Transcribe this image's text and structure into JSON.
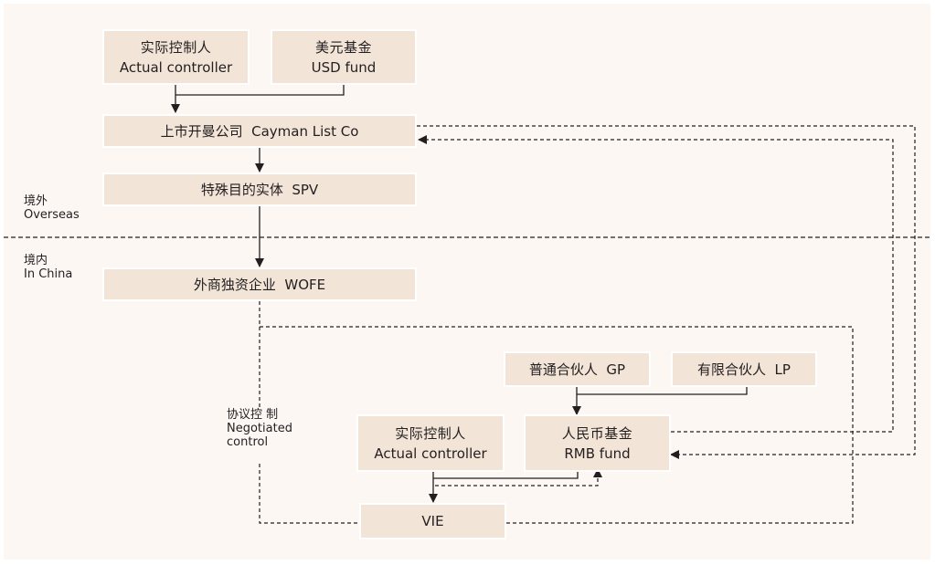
{
  "diagram": {
    "title": "VIE structure with RMB fund",
    "regions": {
      "overseas": {
        "zh": "境外",
        "en": "Overseas"
      },
      "in_china": {
        "zh": "境内",
        "en": "In China"
      }
    },
    "negotiated_control": {
      "zh": "协议控 制",
      "en_line1": "Negotiated",
      "en_line2": "control"
    },
    "nodes": {
      "actual_controller_top": {
        "zh": "实际控制人",
        "en": "Actual controller"
      },
      "usd_fund": {
        "zh": "美元基金",
        "en": "USD fund"
      },
      "cayman": {
        "text": "上市开曼公司  Cayman List Co"
      },
      "spv": {
        "text": "特殊目的实体  SPV"
      },
      "wofe": {
        "text": "外商独资企业  WOFE"
      },
      "gp": {
        "text": "普通合伙人  GP"
      },
      "lp": {
        "text": "有限合伙人  LP"
      },
      "actual_controller_bottom": {
        "zh": "实际控制人",
        "en": "Actual controller"
      },
      "rmb_fund": {
        "zh": "人民币基金",
        "en": "RMB fund"
      },
      "vie": {
        "text": "VIE"
      }
    },
    "edges": [
      {
        "from": "actual_controller_top",
        "to": "cayman",
        "style": "solid"
      },
      {
        "from": "usd_fund",
        "to": "cayman",
        "style": "solid"
      },
      {
        "from": "cayman",
        "to": "spv",
        "style": "solid"
      },
      {
        "from": "spv",
        "to": "wofe",
        "style": "solid"
      },
      {
        "from": "wofe",
        "to": "vie",
        "style": "dashed",
        "label": "negotiated_control"
      },
      {
        "from": "gp",
        "to": "rmb_fund",
        "style": "solid"
      },
      {
        "from": "lp",
        "to": "rmb_fund",
        "style": "solid"
      },
      {
        "from": "actual_controller_bottom",
        "to": "vie",
        "style": "solid"
      },
      {
        "from": "rmb_fund",
        "to": "vie",
        "style": "solid"
      },
      {
        "from": "vie",
        "to": "rmb_fund",
        "style": "dashed"
      },
      {
        "from": "rmb_fund",
        "to": "cayman",
        "style": "dashed"
      },
      {
        "from": "cayman",
        "to": "rmb_fund",
        "style": "dashed"
      },
      {
        "from": "wofe",
        "to": "vie",
        "style": "dashed",
        "route": "right"
      }
    ],
    "colors": {
      "background": "#fcf7f3",
      "box_fill": "#f2e4d7",
      "line": "#231f20"
    }
  }
}
